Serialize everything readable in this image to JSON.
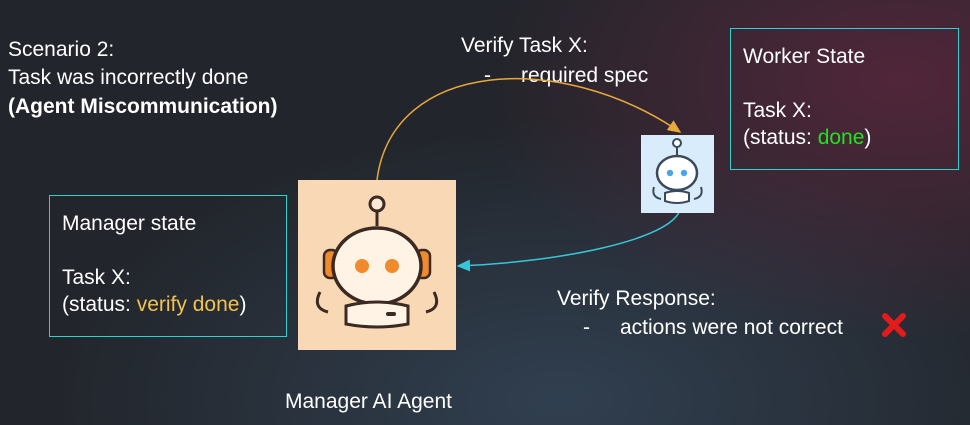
{
  "scenario": {
    "line1": "Scenario 2:",
    "line2": "Task was incorrectly done",
    "line3": "(Agent Miscommunication)"
  },
  "verify_request": {
    "title": "Verify Task X:",
    "bullet": "-",
    "item": "required spec"
  },
  "worker_box": {
    "title": "Worker State",
    "task": "Task X:",
    "status_prefix": "(status: ",
    "status_value": "done",
    "status_suffix": ")"
  },
  "manager_box": {
    "title": "Manager state",
    "task": "Task X:",
    "status_prefix": "(status: ",
    "status_value": "verify done",
    "status_suffix": ")"
  },
  "verify_response": {
    "title": "Verify Response:",
    "bullet": "-",
    "item": "actions were not correct"
  },
  "manager_label": "Manager AI Agent",
  "colors": {
    "box_border": "#2ed3cf",
    "arrow_top": "#e8a93a",
    "arrow_bottom": "#36c8d8",
    "status_done": "#22e023",
    "status_verify": "#f2c14e",
    "cross": "#e21b1b"
  },
  "icons": [
    "manager-robot-icon",
    "worker-robot-icon",
    "cross-mark-icon"
  ]
}
